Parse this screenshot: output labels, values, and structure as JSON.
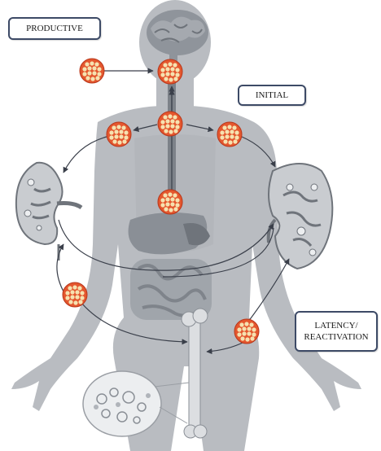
{
  "labels": {
    "productive": "PRODUCTIVE",
    "initial": "INITIAL",
    "latency_line1": "LATENCY/",
    "latency_line2": "REACTIVATION"
  },
  "colors": {
    "body_fill": "#b9bcc1",
    "body_dark": "#9ea2a8",
    "organ_fill": "#c9ccd0",
    "virus_fill": "#e4572e",
    "virus_dot": "#f6e2b0",
    "arrow": "#3a3f4a",
    "box_border": "#3d4a66"
  },
  "icons": [
    "virus-particle-icon",
    "brain-icon",
    "kidney-icon",
    "spleen-icon",
    "liver-icon",
    "intestines-icon",
    "bone-icon",
    "bone-marrow-inset-icon"
  ]
}
